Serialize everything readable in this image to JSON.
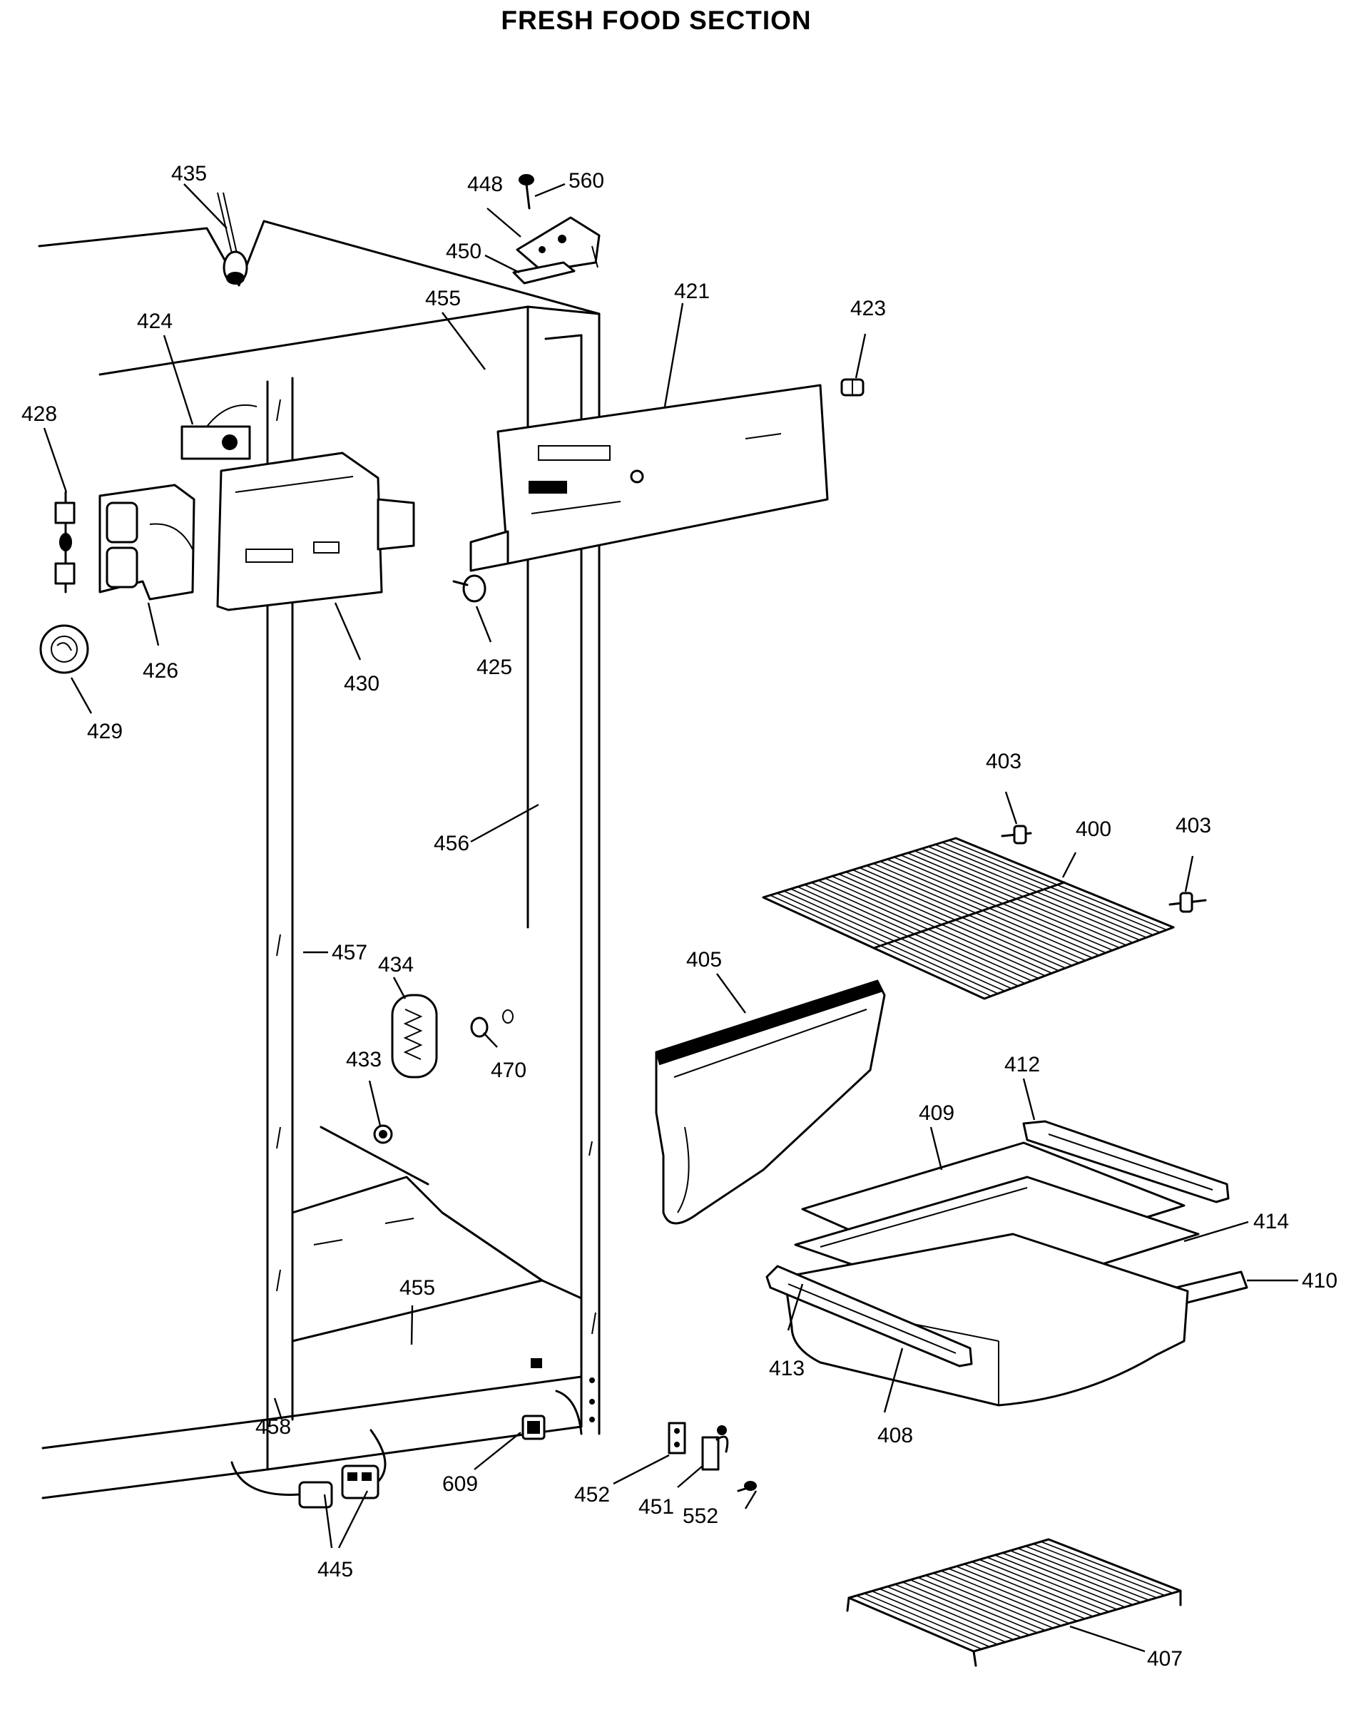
{
  "title": "FRESH FOOD SECTION",
  "callouts": {
    "c435": "435",
    "c448": "448",
    "c560": "560",
    "c450": "450",
    "c455a": "455",
    "c421": "421",
    "c423": "423",
    "c424": "424",
    "c428": "428",
    "c426": "426",
    "c430": "430",
    "c425": "425",
    "c429": "429",
    "c403a": "403",
    "c400": "400",
    "c403b": "403",
    "c456": "456",
    "c457": "457",
    "c434": "434",
    "c405": "405",
    "c433": "433",
    "c470": "470",
    "c412": "412",
    "c409": "409",
    "c414": "414",
    "c410": "410",
    "c455b": "455",
    "c413": "413",
    "c458": "458",
    "c408": "408",
    "c609": "609",
    "c452": "452",
    "c451": "451",
    "c552": "552",
    "c445": "445",
    "c407": "407"
  }
}
